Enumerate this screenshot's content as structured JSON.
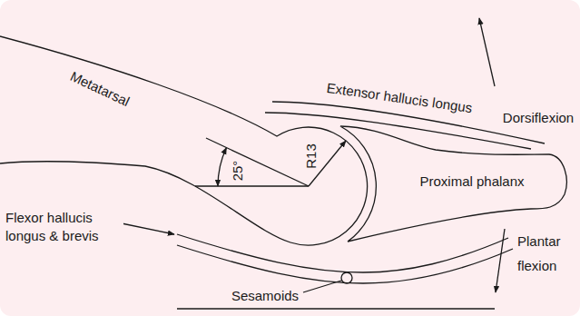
{
  "diagram": {
    "nodes": [
      {
        "text": [
          "Proximal phalanx"
        ]
      }
    ],
    "labels": [
      "Metatarsal",
      "Extensor hallucis longus",
      "Dorsiflexion",
      "R13",
      "25°",
      "Flexor hallucis longus & brevis",
      "Plantar flexion",
      "Sesamoids"
    ]
  }
}
